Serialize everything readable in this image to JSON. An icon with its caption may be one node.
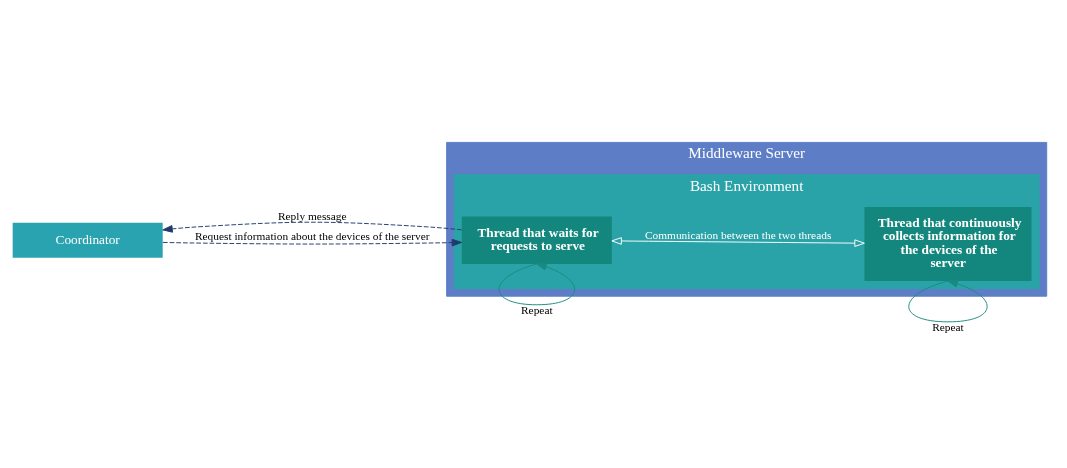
{
  "diagram": {
    "nodes": [
      {
        "text": [
          "Middleware Server"
        ]
      },
      {
        "text": [
          "Bash Environment"
        ],
        "in": 0
      },
      {
        "text": [
          "Thread that waits for requests to serve"
        ],
        "in": 1
      },
      {
        "text": [
          "Thread that continuously collects information for the devices of the server"
        ],
        "in": 1
      },
      {
        "text": [
          "Coordinator"
        ]
      }
    ],
    "edges": [
      {
        "from": 4,
        "to": 2,
        "arrow": "to",
        "style": "dashed",
        "label": "Request information about the devices of the server"
      },
      {
        "from": 2,
        "to": 4,
        "arrow": "to",
        "style": "dashed",
        "label": "Reply message"
      },
      {
        "from": 2,
        "to": 3,
        "arrow": "both",
        "label": "Communication between the two threads",
        "color": "#ffffff"
      },
      {
        "from": 2,
        "to": 2,
        "arrow": "to",
        "label": "Repeat",
        "color": "#1a8a80"
      },
      {
        "from": 3,
        "to": 3,
        "arrow": "to",
        "label": "Repeat",
        "color": "#1a8a80"
      }
    ]
  }
}
